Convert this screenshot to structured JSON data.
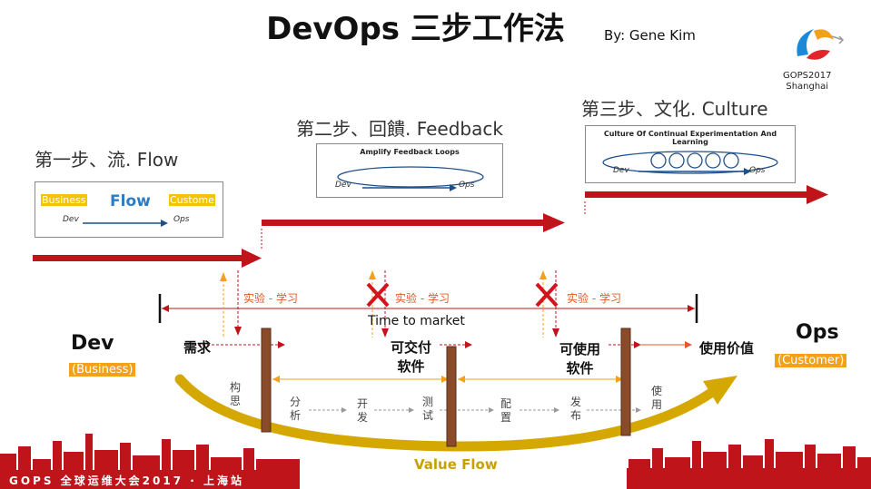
{
  "title": "DevOps 三步工作法",
  "byline": "By: Gene Kim",
  "logo": {
    "line1": "GOPS2017",
    "line2": "Shanghai"
  },
  "steps": {
    "step1": "第一步、流. Flow",
    "step2": "第二步、回饋. Feedback",
    "step3": "第三步、文化. Culture"
  },
  "panels": {
    "flow": {
      "left_tag": "Business",
      "center": "Flow",
      "right_tag": "Custome",
      "dev": "Dev",
      "ops": "Ops"
    },
    "feedback": {
      "heading": "Amplify Feedback Loops",
      "dev": "Dev",
      "ops": "Ops"
    },
    "culture": {
      "heading": "Culture Of Continual Experimentation And Learning",
      "dev": "Dev",
      "ops": "Ops"
    }
  },
  "experiment_labels": [
    "实验 - 学习",
    "实验 - 学习",
    "实验 - 学习"
  ],
  "time_to_market": "Time to market",
  "dev": {
    "label": "Dev",
    "sub": "(Business)"
  },
  "ops": {
    "label": "Ops",
    "sub": "(Customer)"
  },
  "stages": {
    "need": "需求",
    "deliverable_line1": "可交付",
    "deliverable_line2": "软件",
    "usable_line1": "可使用",
    "usable_line2": "软件",
    "value": "使用价值"
  },
  "activities": [
    "构思",
    "分析",
    "开发",
    "测试",
    "配置",
    "发布",
    "使用"
  ],
  "value_flow": "Value Flow",
  "footer": "GOPS 全球运维大会2017 · 上海站",
  "colors": {
    "red": "#c0141b",
    "orange": "#f4a11a",
    "gold": "#d4a800",
    "blue": "#2c7cc6"
  }
}
